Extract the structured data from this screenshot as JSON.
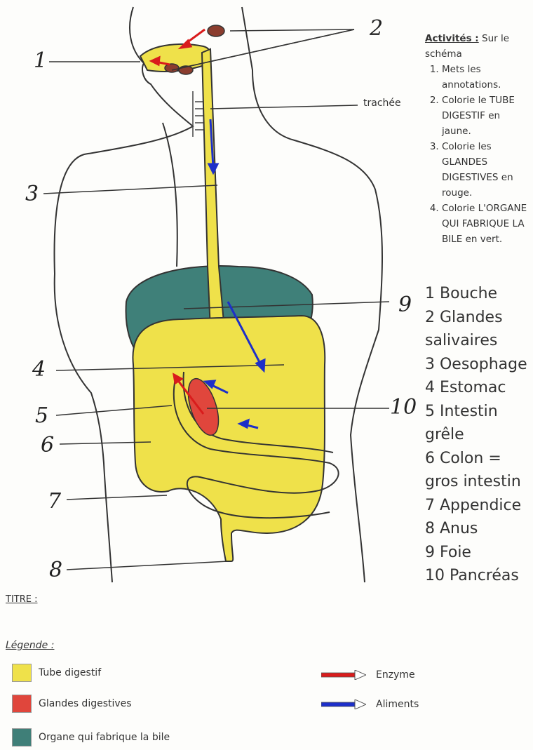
{
  "diagram": {
    "trachea_label": "trachée",
    "numbers": [
      "1",
      "2",
      "3",
      "4",
      "5",
      "6",
      "7",
      "8",
      "9",
      "10"
    ]
  },
  "activities": {
    "heading": "Activités :",
    "intro": "Sur le schéma",
    "items": [
      "Mets les annotations.",
      "Colorie le TUBE DIGESTIF en jaune.",
      "Colorie les GLANDES DIGESTIVES en rouge.",
      "Colorie L'ORGANE QUI FABRIQUE LA BILE en vert."
    ]
  },
  "answers": [
    "1 Bouche",
    "2 Glandes salivaires",
    "3 Oesophage",
    "4 Estomac",
    "5 Intestin grêle",
    "6 Colon = gros intestin",
    "7 Appendice",
    "8 Anus",
    "9 Foie",
    "10 Pancréas"
  ],
  "titre": "TITRE :",
  "legend": {
    "heading": "Légende :",
    "items": [
      {
        "label": "Tube digestif",
        "color": "#efe14a"
      },
      {
        "label": "Glandes digestives",
        "color": "#e0463c"
      },
      {
        "label": "Organe qui fabrique la bile",
        "color": "#3f7f78"
      }
    ],
    "arrows": [
      {
        "label": "Enzyme",
        "color": "#d91c1c"
      },
      {
        "label": "Aliments",
        "color": "#1d2fc9"
      }
    ]
  }
}
